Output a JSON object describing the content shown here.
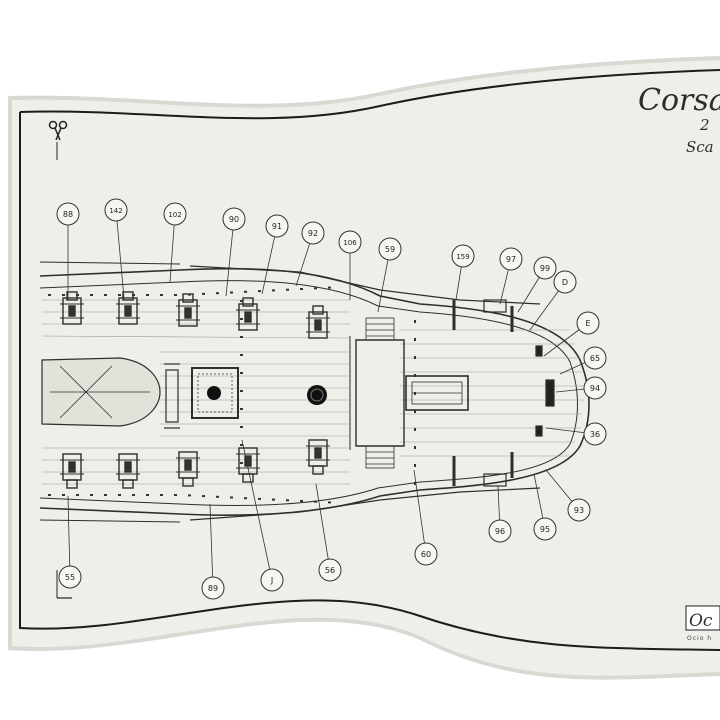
{
  "sheet": {
    "title": "Corsa",
    "subtitle_fragment": "2",
    "scale_fragment": "Sca",
    "brand_fragment": "Oc",
    "brand_tagline_fragment": "Ocio h"
  },
  "callouts": [
    "88",
    "142",
    "102",
    "90",
    "91",
    "92",
    "106",
    "59",
    "159",
    "97",
    "99",
    "D",
    "E",
    "65",
    "94",
    "36",
    "93",
    "95",
    "96",
    "60",
    "56",
    "J",
    "89",
    "55"
  ],
  "colors": {
    "paper": "#efeee8",
    "paper_shadow": "#d9d8d2",
    "border": "#1c1c1c",
    "line": "#3a3a3a"
  },
  "icons": {
    "cut_mark": "scissors-icon"
  }
}
